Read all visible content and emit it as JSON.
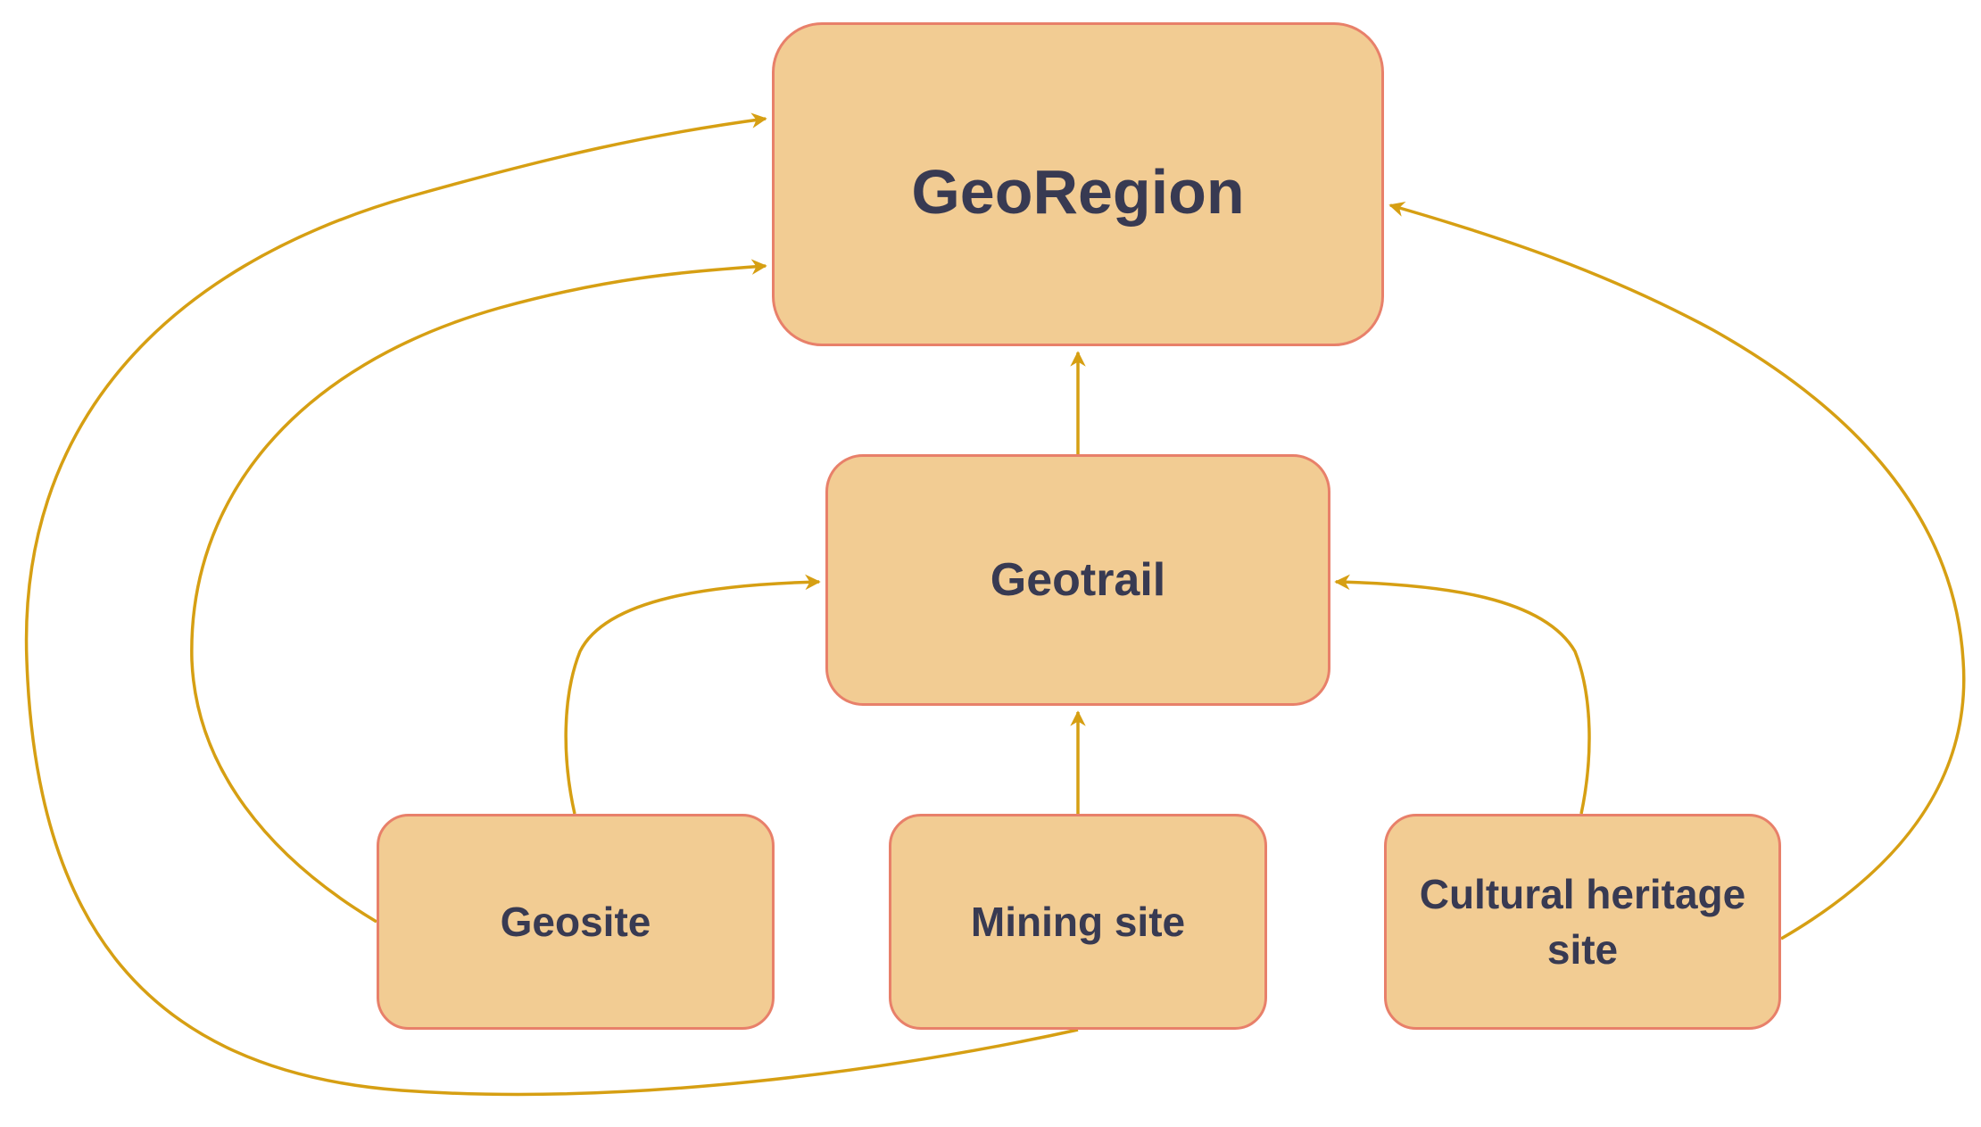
{
  "nodes": {
    "georegion": "GeoRegion",
    "geotrail": "Geotrail",
    "geosite": "Geosite",
    "mining_site": "Mining site",
    "cultural_heritage_site": "Cultural heritage site"
  },
  "colors": {
    "node_fill": "#f2cc93",
    "node_border": "#e8806a",
    "edge": "#d69f13",
    "text": "#383a52"
  }
}
